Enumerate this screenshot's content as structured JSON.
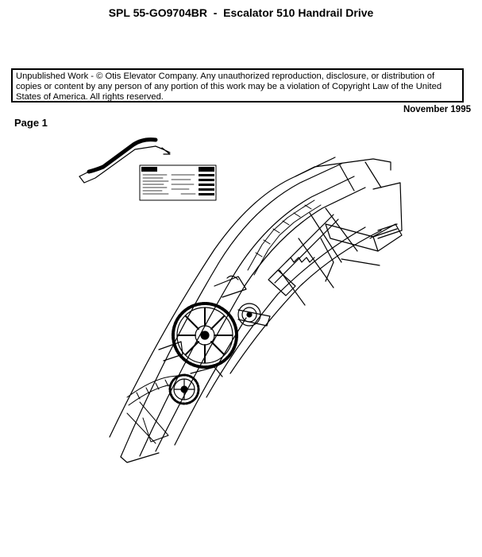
{
  "header": {
    "title": "SPL 55-GO9704BR  -  Escalator 510 Handrail Drive"
  },
  "notice": {
    "text": "Unpublished Work - © Otis Elevator Company.  Any unauthorized reproduction, disclosure, or distribution of copies or content by any person of any portion of this work may be a violation of Copyright Law of the United States of America.  All rights reserved."
  },
  "date": "November 1995",
  "page": {
    "label": "Page 1"
  },
  "illustration": {
    "icon": "escalator-handrail-drive-drawing"
  }
}
